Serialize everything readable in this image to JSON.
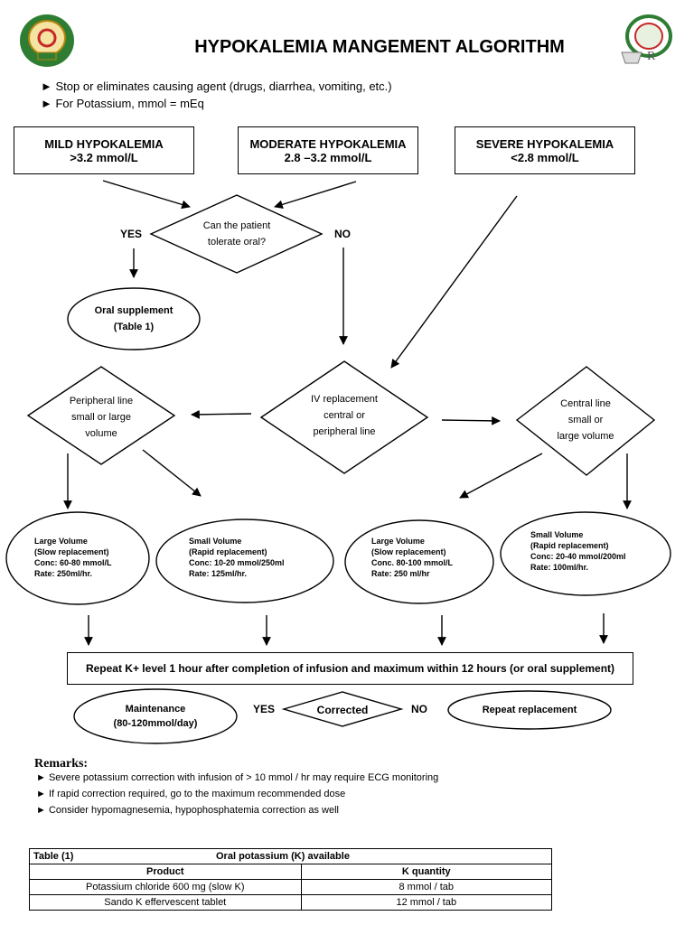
{
  "header": {
    "title": "HYPOKALEMIA MANGEMENT ALGORITHM",
    "left_logo": "ministry-of-defense-medical-emblem",
    "right_logo": "pharmacy-emblem"
  },
  "bullets": [
    "► Stop or eliminates causing agent (drugs, diarrhea, vomiting, etc.)",
    "► For Potassium, mmol = mEq"
  ],
  "severity": {
    "mild": {
      "name": "MILD HYPOKALEMIA",
      "range": ">3.2 mmol/L"
    },
    "moderate": {
      "name": "MODERATE HYPOKALEMIA",
      "range": "2.8 –3.2 mmol/L"
    },
    "severe": {
      "name": "SEVERE HYPOKALEMIA",
      "range": "<2.8 mmol/L"
    }
  },
  "decision_oral": {
    "line1": "Can the patient",
    "line2": "tolerate oral?",
    "yes": "YES",
    "no": "NO"
  },
  "oral_supplement": {
    "line1": "Oral supplement",
    "line2": "(Table 1)"
  },
  "iv_decision": {
    "line1": "IV replacement",
    "line2": "central or",
    "line3": "peripheral line"
  },
  "peripheral": {
    "line1": "Peripheral line",
    "line2": "small or large",
    "line3": "volume"
  },
  "central": {
    "line1": "Central line",
    "line2": "small or",
    "line3": "large volume"
  },
  "options": {
    "p_large": [
      "Large Volume",
      "(Slow replacement)",
      "Conc: 60-80 mmol/L",
      "Rate: 250ml/hr."
    ],
    "p_small": [
      "Small Volume",
      "(Rapid replacement)",
      "Conc: 10-20 mmol/250ml",
      "Rate: 125ml/hr."
    ],
    "c_large": [
      "Large Volume",
      "(Slow replacement)",
      "Conc. 80-100 mmol/L",
      "Rate: 250 ml/hr"
    ],
    "c_small": [
      "Small Volume",
      "(Rapid replacement)",
      "Conc: 20-40 mmol/200ml",
      "Rate: 100ml/hr."
    ]
  },
  "repeat_text": "Repeat K+ level 1 hour after completion of infusion and maximum within 12 hours (or oral supplement)",
  "outcome": {
    "maintenance_line1": "Maintenance",
    "maintenance_line2": "(80-120mmol/day)",
    "yes": "YES",
    "corrected": "Corrected",
    "no": "NO",
    "repeat_replacement": "Repeat replacement"
  },
  "remarks": {
    "title": "Remarks:",
    "items": [
      "► Severe potassium correction with infusion of > 10 mmol / hr may require ECG monitoring",
      "► If rapid correction required, go to the maximum recommended dose",
      "► Consider hypomagnesemia, hypophosphatemia correction as well"
    ]
  },
  "table1": {
    "caption": "Table (1)",
    "heading": "Oral potassium (K) available",
    "col_product": "Product",
    "col_quantity": "K quantity",
    "rows": [
      {
        "product": "Potassium chloride 600 mg (slow K)",
        "quantity": "8 mmol / tab"
      },
      {
        "product": "Sando K effervescent tablet",
        "quantity": "12 mmol / tab"
      }
    ]
  }
}
